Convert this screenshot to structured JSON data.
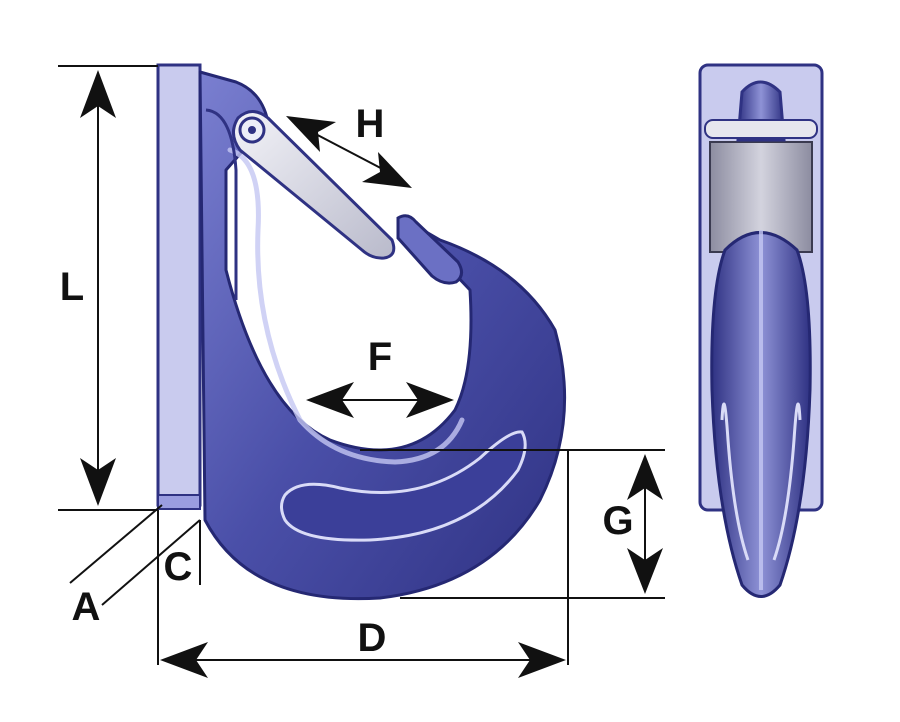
{
  "labels": {
    "L": "L",
    "H": "H",
    "F": "F",
    "G": "G",
    "C": "C",
    "A": "A",
    "D": "D"
  },
  "colors": {
    "hook_body": "#4a4fa8",
    "hook_dark": "#2f3283",
    "hook_light": "#8e92d6",
    "plate": "#c9cbee",
    "latch": "#e6e6ee",
    "dimension_line": "#111111"
  }
}
